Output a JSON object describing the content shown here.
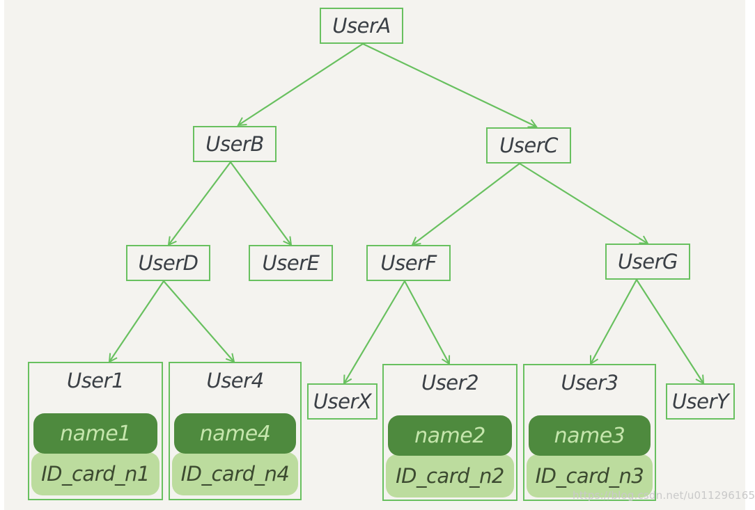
{
  "nodes": {
    "user_a": "UserA",
    "user_b": "UserB",
    "user_c": "UserC",
    "user_d": "UserD",
    "user_e": "UserE",
    "user_f": "UserF",
    "user_g": "UserG",
    "user_x": "UserX",
    "user_y": "UserY"
  },
  "leaves": [
    {
      "title": "User1",
      "name": "name1",
      "id_card": "ID_card_n1"
    },
    {
      "title": "User4",
      "name": "name4",
      "id_card": "ID_card_n4"
    },
    {
      "title": "User2",
      "name": "name2",
      "id_card": "ID_card_n2"
    },
    {
      "title": "User3",
      "name": "name3",
      "id_card": "ID_card_n3"
    }
  ],
  "watermark": "https://blog.csdn.net/u011296165",
  "colors": {
    "edge": "#68c05f",
    "name_fill": "#4e8a3e",
    "id_fill": "#bcdc9e",
    "text": "#3a3f45",
    "background": "#f4f3ef"
  }
}
